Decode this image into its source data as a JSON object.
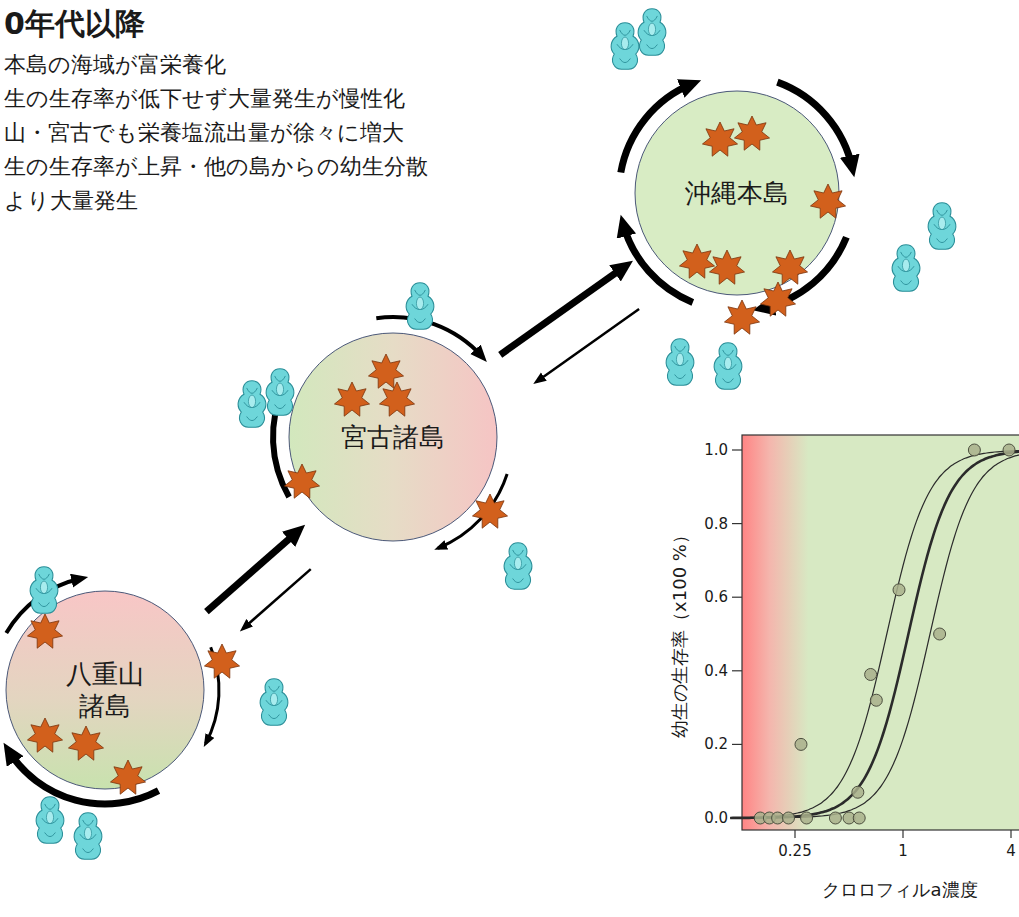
{
  "diagram": {
    "title": "0年代以降",
    "nodes": [
      {
        "text": [
          "沖縄本島"
        ]
      },
      {
        "text": [
          "宮古諸島"
        ]
      },
      {
        "text": [
          "八重山 諸島"
        ]
      }
    ],
    "edges": [
      {
        "from": 1,
        "to": 0,
        "arrow": "to"
      },
      {
        "from": 0,
        "to": 1,
        "arrow": "to"
      },
      {
        "from": 2,
        "to": 1,
        "arrow": "to"
      },
      {
        "from": 1,
        "to": 2,
        "arrow": "to"
      }
    ],
    "labels": [
      "本島の海域が富栄養化",
      "生の生存率が低下せず大量発生が慢性化",
      "山・宮古でも栄養塩流出量が徐々に増大",
      "生の生存率が上昇・他の島からの幼生分散 より大量発生",
      "幼生の生存率（x100 %）",
      "1.0",
      "0.8",
      "0.6",
      "0.4",
      "0.2",
      "0.0",
      "0.25",
      "1",
      "4",
      "クロロフィルa濃度"
    ]
  }
}
